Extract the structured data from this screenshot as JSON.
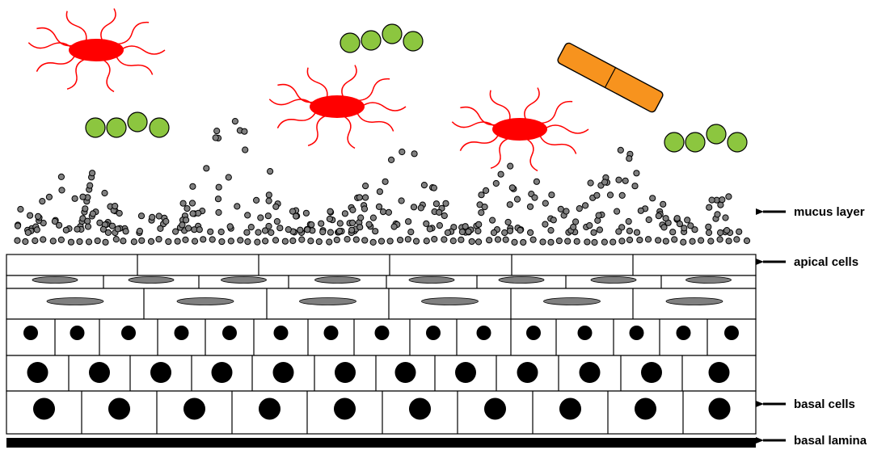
{
  "labels": {
    "mucus_layer": "mucus layer",
    "apical_cells": "apical cells",
    "basal_cells": "basal cells",
    "basal_lamina": "basal lamina"
  },
  "colors": {
    "rod_bacterium": "#f7931e",
    "cocci_chain": "#8cc63f",
    "flagellated_bacterium": "#ff0000",
    "mucus_granule": "#808080",
    "nucleus": "#000000",
    "basal_lamina": "#000000"
  }
}
